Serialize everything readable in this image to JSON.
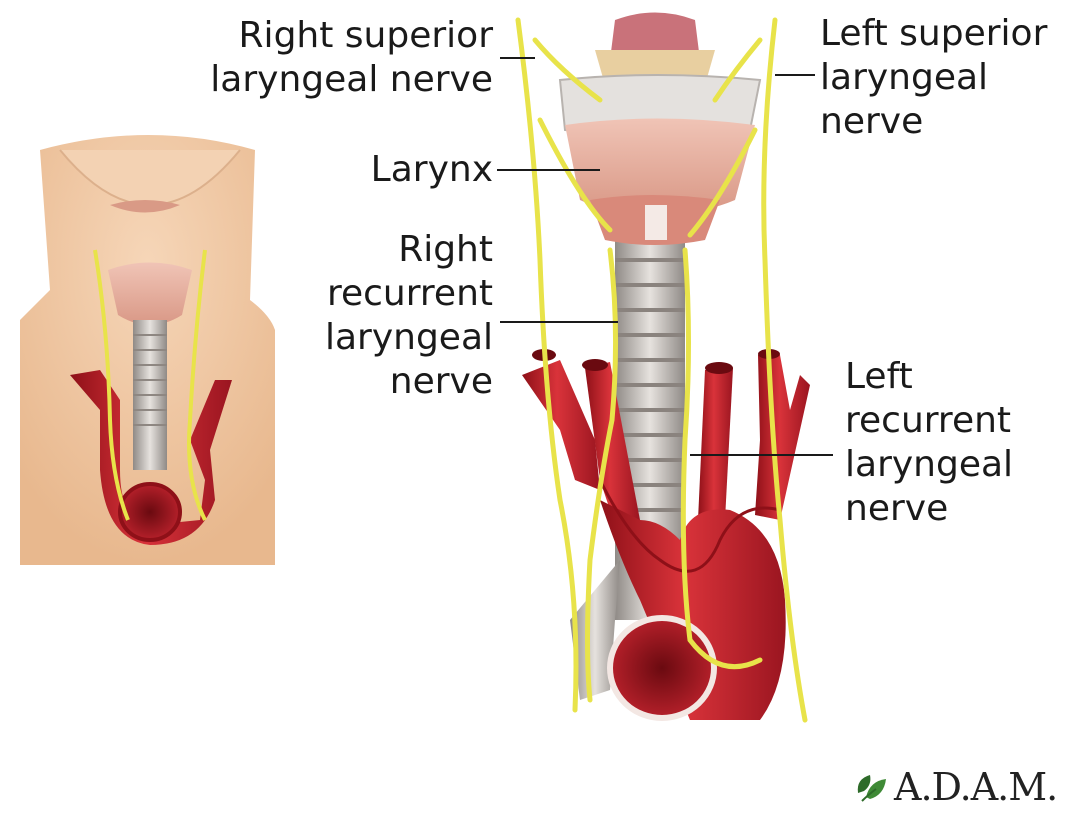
{
  "labels": {
    "right_superior": [
      "Right superior",
      "laryngeal nerve"
    ],
    "left_superior": [
      "Left superior",
      "laryngeal",
      "nerve"
    ],
    "larynx": "Larynx",
    "right_recurrent": [
      "Right",
      "recurrent",
      "laryngeal",
      "nerve"
    ],
    "left_recurrent": [
      "Left",
      "recurrent",
      "laryngeal",
      "nerve"
    ]
  },
  "logo": {
    "text": "A.D.A.M.",
    "icon": "leaf-icon"
  },
  "colors": {
    "artery": "#c8202a",
    "nerve": "#e8e34a",
    "skin": "#f0cba8",
    "cartilage": "#e8b5a8",
    "trachea": "#c9c4c0"
  }
}
